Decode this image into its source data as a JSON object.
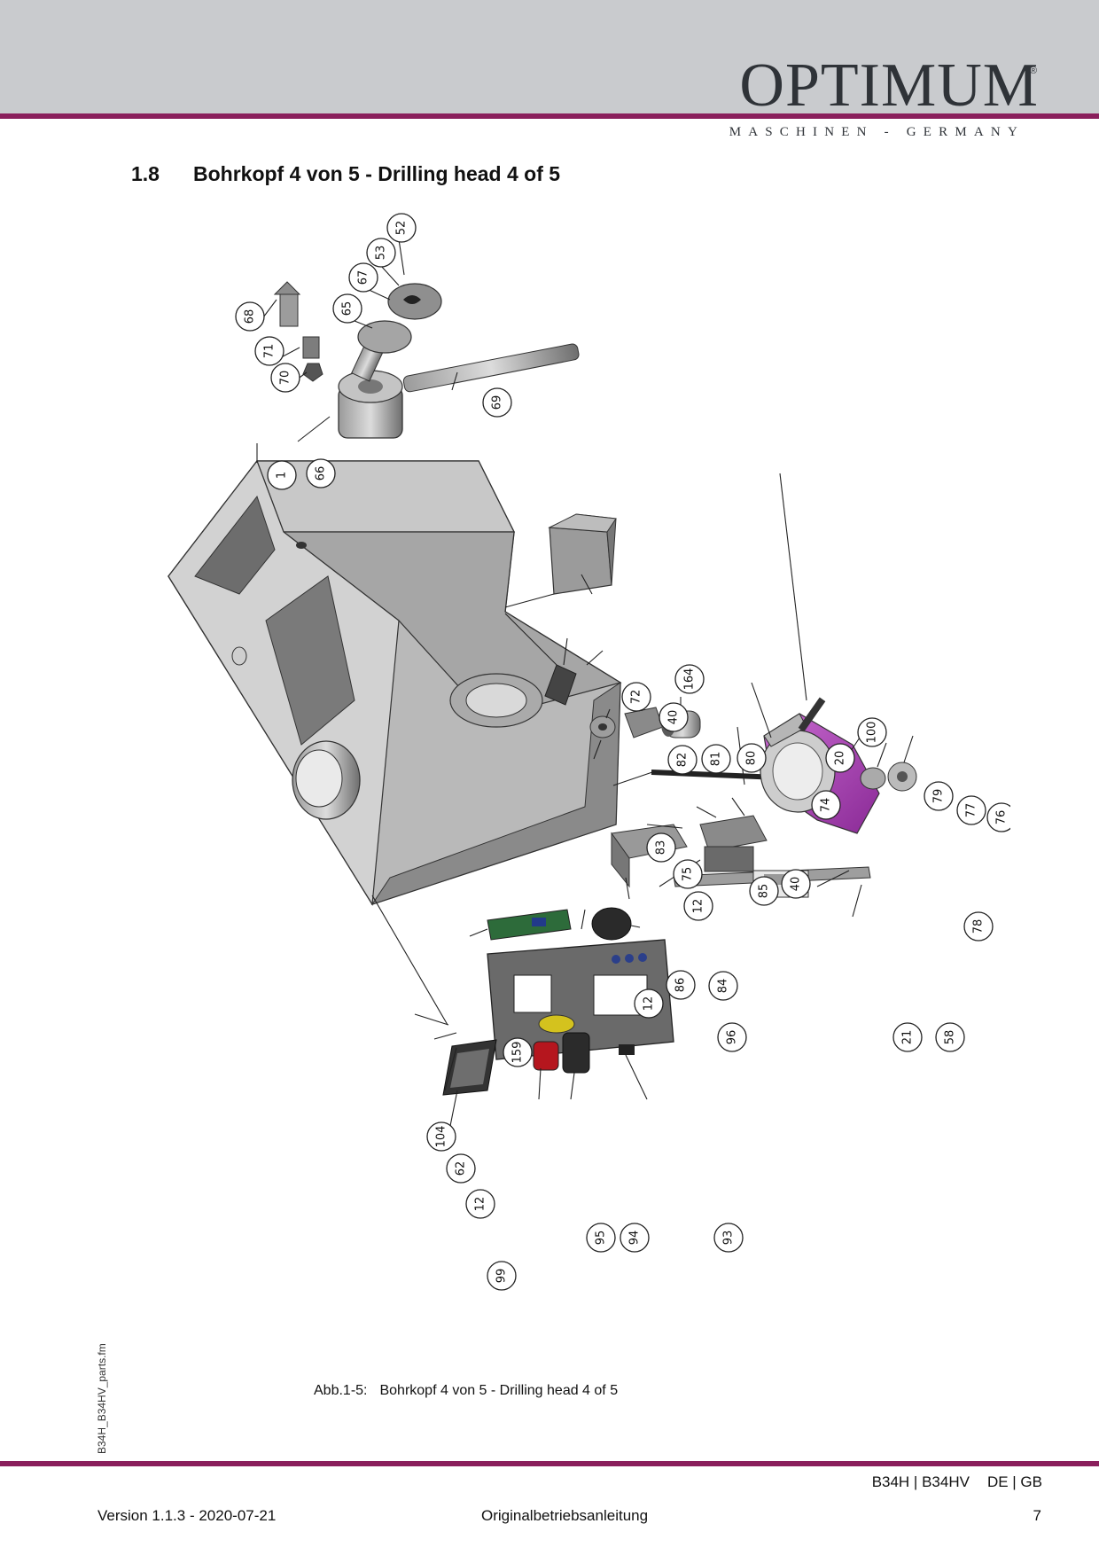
{
  "header": {
    "brand": "OPTIMUM",
    "brand_mark": "®",
    "brand_sub": "MASCHINEN - GERMANY",
    "accent_color": "#8a1f5c",
    "band_color": "#c9cbce"
  },
  "section": {
    "number": "1.8",
    "title": "Bohrkopf 4 von 5 - Drilling head 4 of 5"
  },
  "diagram": {
    "callouts": [
      "52",
      "53",
      "67",
      "65",
      "68",
      "71",
      "70",
      "69",
      "1",
      "66",
      "164",
      "72",
      "40",
      "100",
      "20",
      "82",
      "81",
      "80",
      "79",
      "77",
      "76",
      "83",
      "74",
      "75",
      "85",
      "40",
      "12",
      "78",
      "86",
      "84",
      "21",
      "58",
      "12",
      "159",
      "96",
      "104",
      "62",
      "12",
      "95",
      "94",
      "93",
      "99"
    ]
  },
  "side_label": "B34H_B34HV_parts.fm",
  "caption": {
    "figure": "Abb.1-5:",
    "text": "Bohrkopf 4 von 5 - Drilling head 4 of 5"
  },
  "footer": {
    "model": "B34H | B34HV",
    "lang": "DE | GB",
    "version": "Version 1.1.3 - 2020-07-21",
    "doc": "Originalbetriebsanleitung",
    "page": "7"
  }
}
